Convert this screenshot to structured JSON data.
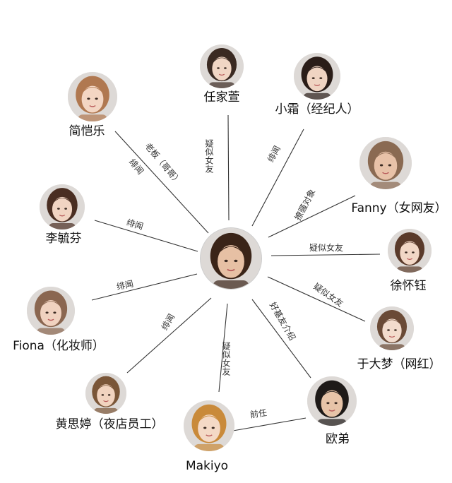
{
  "center": {
    "name": "",
    "photo": "center-person-photo"
  },
  "nodes": [
    {
      "id": "ren",
      "name": "任家萱",
      "edge_label": "疑似女友",
      "hair": "#3a2a22",
      "skin": "#f1d6c4"
    },
    {
      "id": "xiaoshuang",
      "name": "小霜（经纪人）",
      "edge_label": "绯闻",
      "hair": "#2a1d18",
      "skin": "#f0d4c2"
    },
    {
      "id": "fanny",
      "name": "Fanny（女网友）",
      "edge_label": "撩骚对象",
      "hair": "#8a6a52",
      "skin": "#e8c2a8"
    },
    {
      "id": "xu",
      "name": "徐怀钰",
      "edge_label": "疑似女友",
      "hair": "#5a3a2a",
      "skin": "#f2d7c6"
    },
    {
      "id": "yu",
      "name": "于大梦（网红）",
      "edge_label": "疑似女友",
      "hair": "#6a4a36",
      "skin": "#f3dccd"
    },
    {
      "id": "oudi",
      "name": "欧弟",
      "edge_label": "好基友介绍",
      "hair": "#1e1a18",
      "skin": "#e7c4a8"
    },
    {
      "id": "makiyo",
      "name": "Makiyo",
      "edge_label": "疑似女友",
      "hair": "#c98a3a",
      "skin": "#f4d9c6"
    },
    {
      "id": "huang",
      "name": "黄思婷（夜店员工）",
      "edge_label": "绯闻",
      "hair": "#7a5638",
      "skin": "#f1d3bf"
    },
    {
      "id": "fiona",
      "name": "Fiona（化妆师）",
      "edge_label": "绯闻",
      "hair": "#8a6650",
      "skin": "#f0d2c0"
    },
    {
      "id": "li",
      "name": "李毓芬",
      "edge_label": "绯闻",
      "hair": "#4a2e22",
      "skin": "#f1d4c2"
    },
    {
      "id": "jian",
      "name": "简恺乐",
      "edge_label_1": "绯闻",
      "edge_label_2": "老板（哥哥）",
      "hair": "#b07850",
      "skin": "#f3d6c3"
    }
  ],
  "extra_edge": {
    "from": "makiyo",
    "to": "oudi",
    "label": "前任"
  },
  "colors": {
    "line": "#333333",
    "text": "#111111",
    "background": "#ffffff"
  }
}
